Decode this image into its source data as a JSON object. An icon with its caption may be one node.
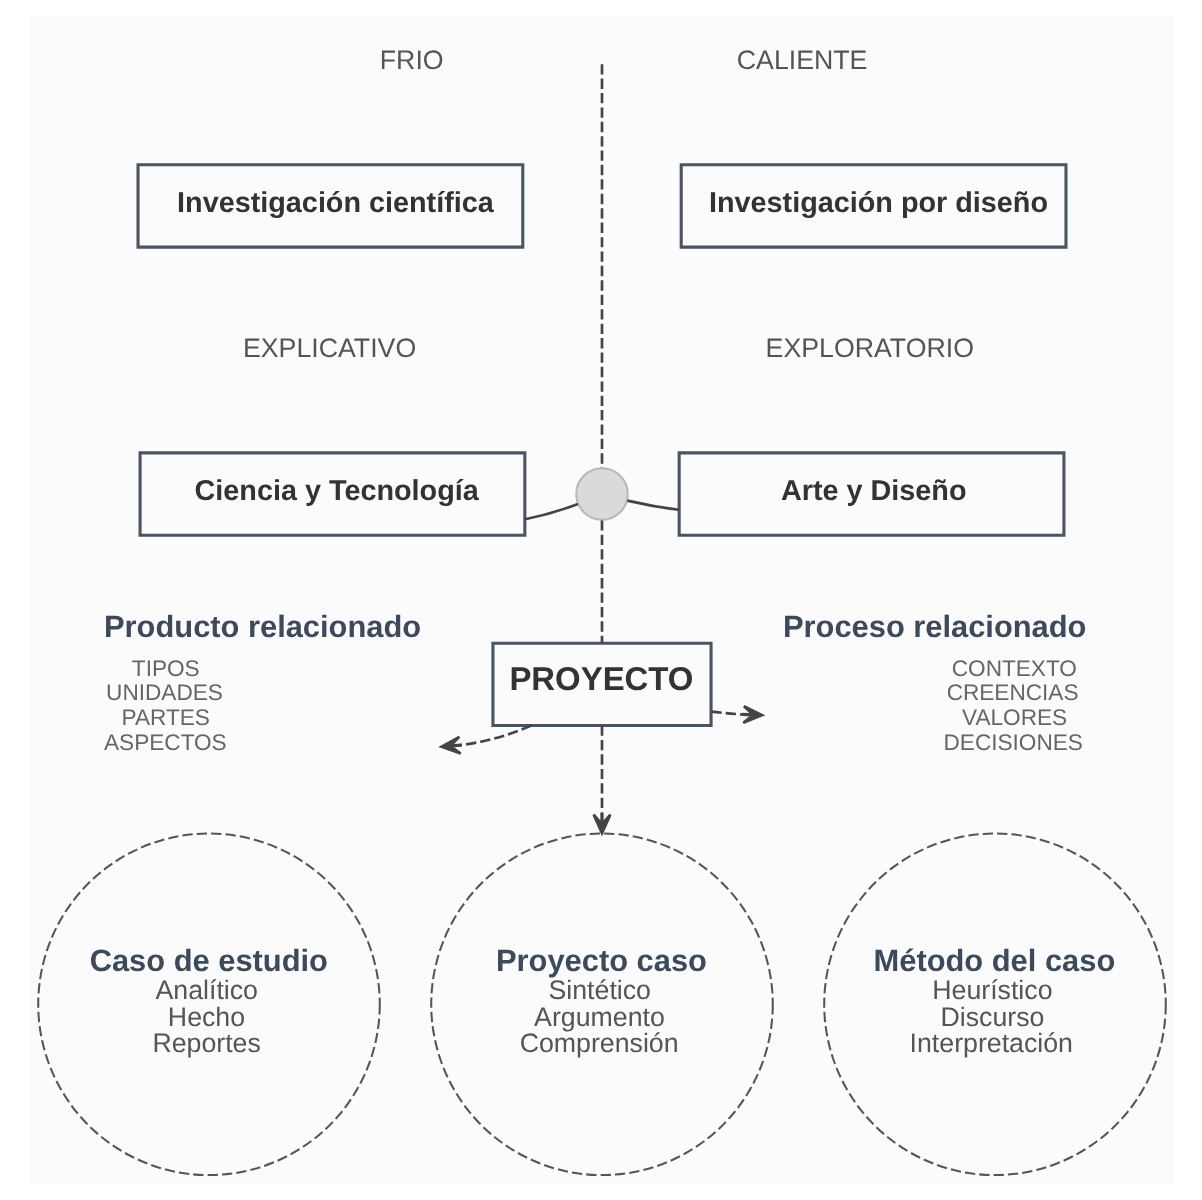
{
  "diagram": {
    "nodes": [
      {
        "text": [
          "Investigación científica"
        ]
      },
      {
        "text": [
          "Investigación por diseño"
        ]
      },
      {
        "text": [
          "Ciencia y Tecnología"
        ]
      },
      {
        "text": [
          "Arte y Diseño"
        ]
      },
      {
        "text": [],
        "shape": "circle"
      },
      {
        "text": [
          "PROYECTO"
        ]
      },
      {
        "text": [
          "Producto relacionado",
          "TIPOS UNIDADES PARTES ASPECTOS"
        ]
      },
      {
        "text": [
          "Proceso relacionado",
          "CONTEXTO CREENCIAS VALORES DECISIONES"
        ]
      },
      {
        "text": [
          "Caso de estudio",
          "Analítico Hecho Reportes"
        ]
      },
      {
        "text": [
          "Proyecto caso",
          "Sintético Argumento Comprensión"
        ]
      },
      {
        "text": [
          "Método del caso",
          "Heurístico Discurso Interpretación"
        ]
      }
    ],
    "edges": [
      {
        "from": null,
        "to": 4,
        "arrow": "none",
        "style": "dashed"
      },
      {
        "from": 2,
        "to": 4,
        "arrow": "none"
      },
      {
        "from": 4,
        "to": 3,
        "arrow": "none"
      },
      {
        "from": 4,
        "to": 5,
        "arrow": "none",
        "style": "dashed"
      },
      {
        "from": 5,
        "to": 6,
        "arrow": "to",
        "style": "dashed"
      },
      {
        "from": 5,
        "to": 7,
        "arrow": "to",
        "style": "dashed"
      },
      {
        "from": 5,
        "to": 9,
        "arrow": "to",
        "style": "dashed"
      }
    ],
    "labels": [
      "FRIO",
      "CALIENTE",
      "EXPLICATIVO",
      "EXPLORATORIO"
    ]
  }
}
